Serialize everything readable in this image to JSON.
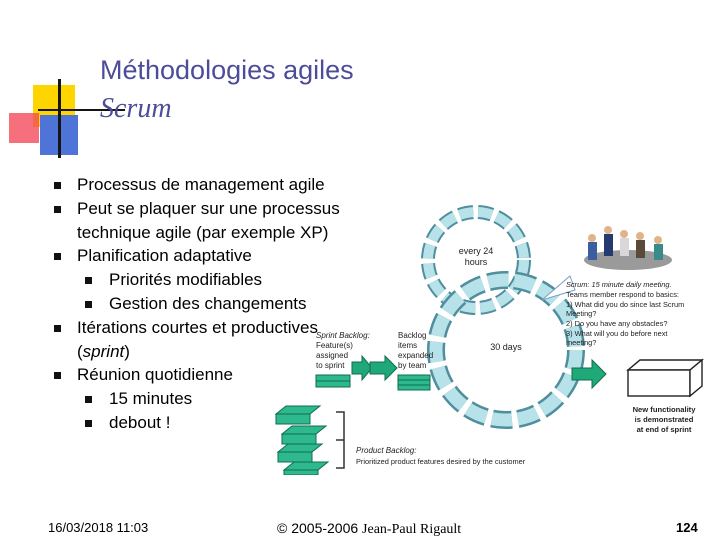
{
  "slide": {
    "title": "Méthodologies agiles",
    "subtitle": "Scrum",
    "bullets": [
      {
        "level": 1,
        "text": "Processus de management agile"
      },
      {
        "level": 1,
        "text": "Peut se plaquer sur une processus technique agile (par exemple XP)"
      },
      {
        "level": 1,
        "text": "Planification adaptative"
      },
      {
        "level": 2,
        "text": "Priorités modifiables"
      },
      {
        "level": 2,
        "text": "Gestion des changements"
      },
      {
        "level": 1,
        "text": "Itérations courtes et productives (",
        "em": "sprint",
        "after": ")"
      },
      {
        "level": 1,
        "text": "Réunion quotidienne"
      },
      {
        "level": 2,
        "text": "15 minutes"
      },
      {
        "level": 2,
        "text": "debout !"
      }
    ]
  },
  "diagram": {
    "daily_label_1": "every 24",
    "daily_label_2": "hours",
    "cycle_label": "30 days",
    "sprint_backlog_title": "Sprint Backlog:",
    "sprint_backlog_lines": [
      "Feature(s)",
      "assigned",
      "to sprint"
    ],
    "backlog_items_lines": [
      "Backlog",
      "items",
      "expanded",
      "by team"
    ],
    "product_backlog_title": "Product Backlog:",
    "product_backlog_desc": "Prioritized product features desired by the customer",
    "scrum_note_lines": [
      "Scrum: 15 minute daily meeting.",
      "Teams member respond to basics:",
      "1) What did you do since last Scrum",
      "Meeting?",
      "2) Do you have any obstacles?",
      "3) What will you do before next",
      "meeting?"
    ],
    "new_func_lines": [
      "New functionality",
      "is demonstrated",
      "at end of sprint"
    ]
  },
  "footer": {
    "date": "16/03/2018 11:03",
    "copyright_prefix": "© 2005-2006 ",
    "author": "Jean-Paul Rigault",
    "page": "124"
  },
  "colors": {
    "title": "#4d4c9a",
    "flow_green": "#1fa878",
    "book_green": "#2db88e"
  }
}
